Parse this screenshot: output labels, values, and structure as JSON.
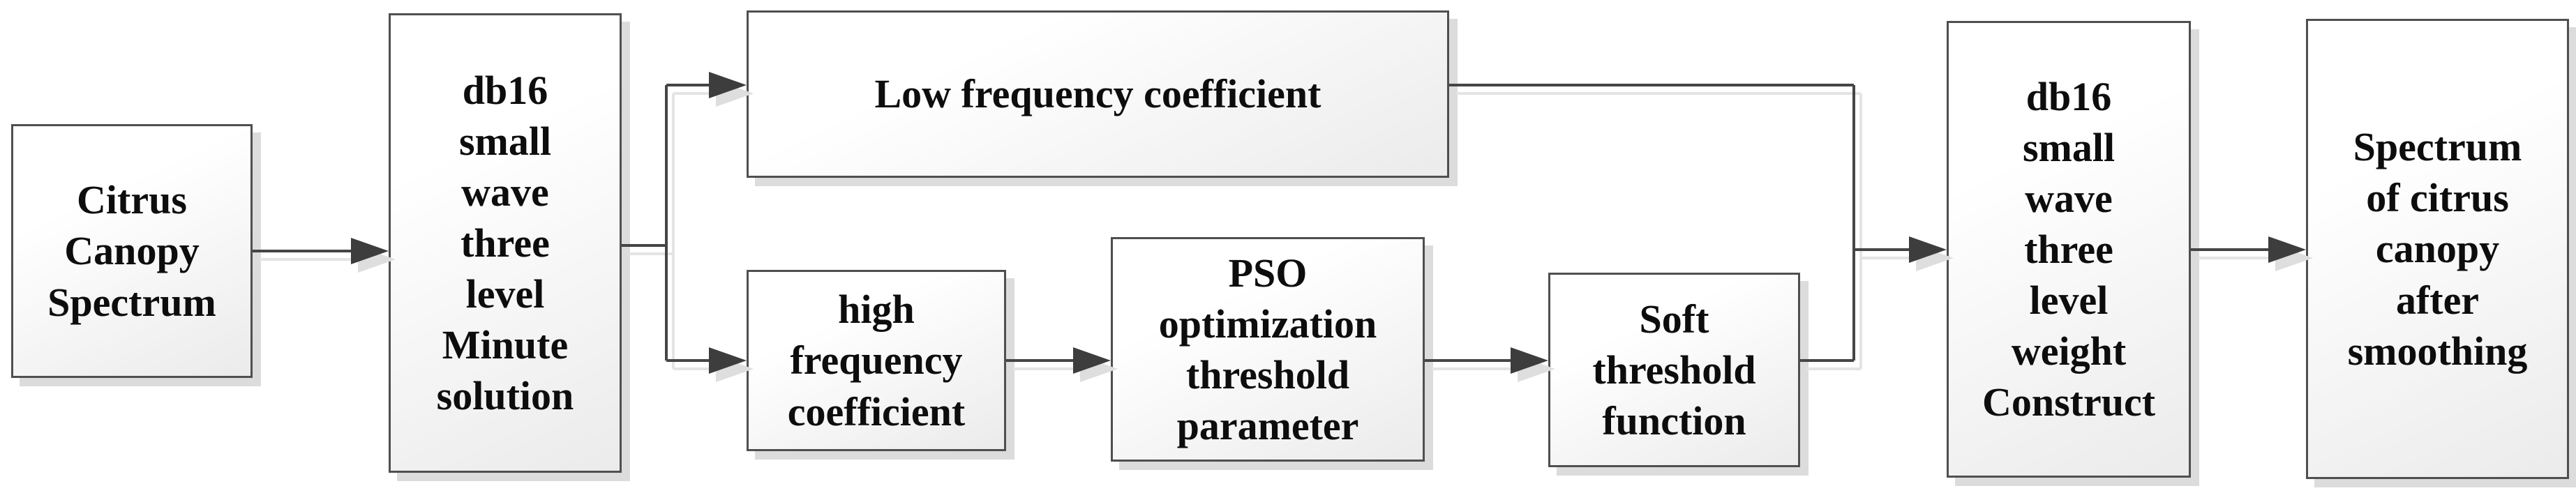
{
  "diagram": {
    "type": "flowchart",
    "direction": "left-to-right"
  },
  "nodes": [
    {
      "id": "citrus-canopy-spectrum",
      "label": "Citrus\nCanopy\nSpectrum"
    },
    {
      "id": "db16-three-level-decomposition",
      "label": "db16\nsmall\nwave\nthree\nlevel\nMinute\nsolution"
    },
    {
      "id": "low-frequency-coefficient",
      "label": "Low frequency coefficient"
    },
    {
      "id": "high-frequency-coefficient",
      "label": "high\nfrequency\ncoefficient"
    },
    {
      "id": "pso-optimization-threshold-parameter",
      "label": "PSO\noptimization\nthreshold\nparameter"
    },
    {
      "id": "soft-threshold-function",
      "label": "Soft\nthreshold\nfunction"
    },
    {
      "id": "db16-three-level-reconstruction",
      "label": "db16\nsmall\nwave\nthree\nlevel\nweight\nConstruct"
    },
    {
      "id": "spectrum-after-smoothing",
      "label": "Spectrum\nof citrus\ncanopy\nafter\nsmoothing"
    }
  ],
  "edges": [
    {
      "from": "citrus-canopy-spectrum",
      "to": "db16-three-level-decomposition"
    },
    {
      "from": "db16-three-level-decomposition",
      "to": "low-frequency-coefficient"
    },
    {
      "from": "db16-three-level-decomposition",
      "to": "high-frequency-coefficient"
    },
    {
      "from": "high-frequency-coefficient",
      "to": "pso-optimization-threshold-parameter"
    },
    {
      "from": "pso-optimization-threshold-parameter",
      "to": "soft-threshold-function"
    },
    {
      "from": "low-frequency-coefficient",
      "to": "db16-three-level-reconstruction"
    },
    {
      "from": "soft-threshold-function",
      "to": "db16-three-level-reconstruction"
    },
    {
      "from": "db16-three-level-reconstruction",
      "to": "spectrum-after-smoothing"
    }
  ],
  "colors": {
    "node_border": "#4f4f4f",
    "node_fill_top": "#ffffff",
    "node_fill_bottom": "#ebebeb",
    "node_shadow": "#dcdcdc",
    "connector": "#454545",
    "connector_shadow": "#e4e4e4",
    "arrowhead": "#3d3d3d",
    "arrowhead_shadow": "#dedede",
    "text": "#0d0d0d",
    "background": "#ffffff"
  }
}
